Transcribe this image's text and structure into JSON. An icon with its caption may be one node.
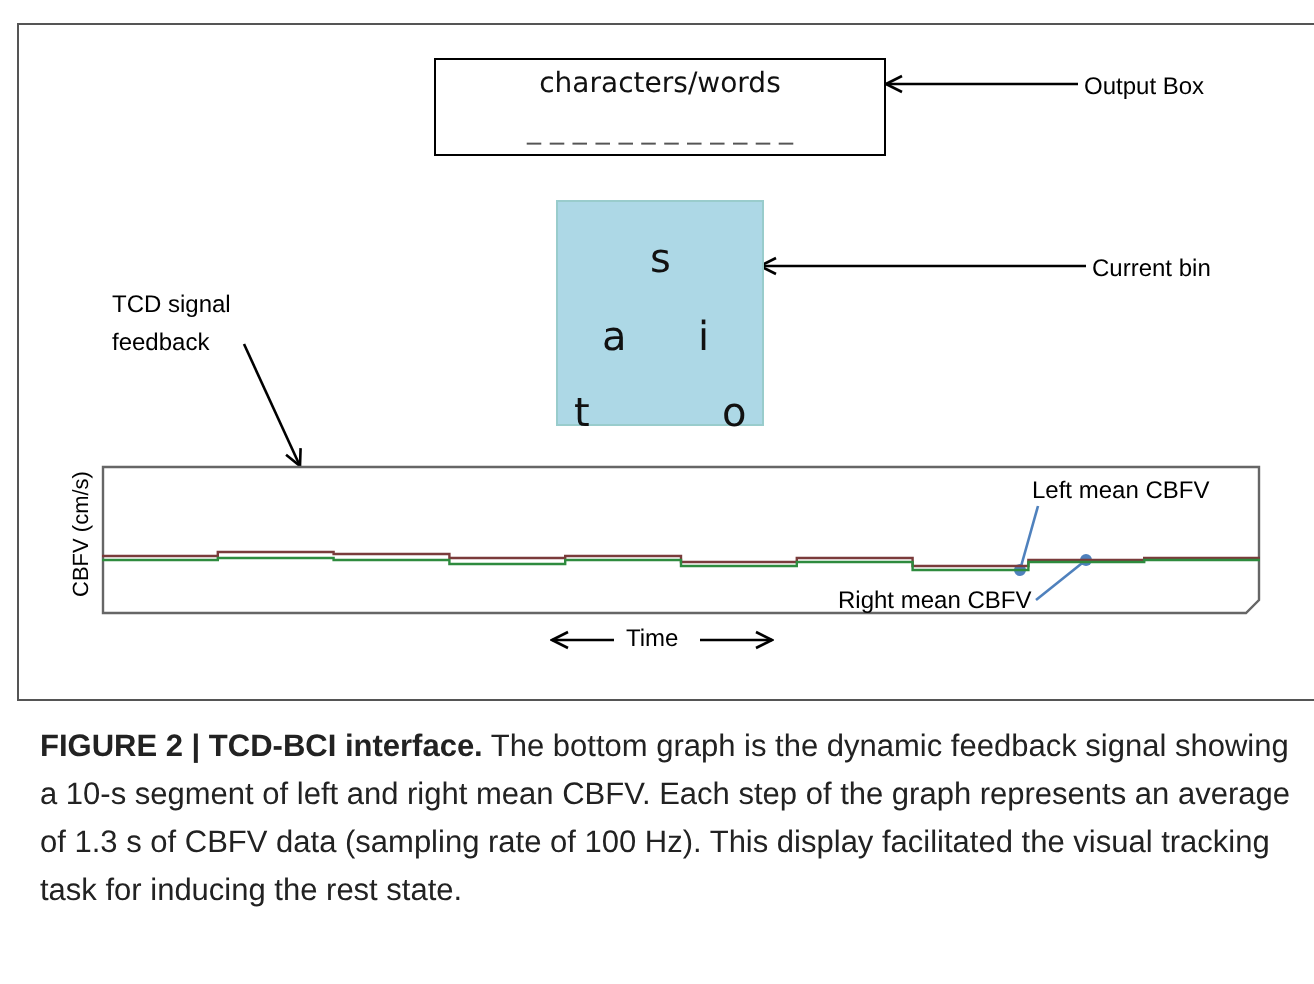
{
  "diagram": {
    "caption": "**FIGURE 2 | TCD-BCI interface.** The bottom graph is the dynamic feedback signal showing a 10-s segment of left and right mean CBFV. Each step of the graph represents an average of 1.3 s of CBFV data (sampling rate of 100 Hz). This display facilitated the visual tracking task for inducing the rest state.",
    "nodes": [
      {
        "text": [
          "characters/words",
          "_ _ _ _ _ _ _ _ _ _ _ _"
        ]
      },
      {
        "text": [
          "Output Box"
        ]
      },
      {
        "text": [
          "s",
          "a",
          "i",
          "t",
          "o"
        ]
      },
      {
        "text": [
          "Current bin"
        ]
      },
      {
        "text": [
          "TCD signal feedback"
        ]
      },
      {
        "text": [
          "CBFV (cm/s)"
        ]
      },
      {
        "text": [
          "Left mean CBFV"
        ],
        "in": 5
      },
      {
        "text": [
          "Right mean CBFV"
        ],
        "in": 5
      },
      {
        "text": [],
        "shape": "line",
        "in": 5
      },
      {
        "text": [],
        "shape": "line",
        "in": 5
      }
    ],
    "edges": [
      {
        "from": 1,
        "to": 0,
        "arrow": "to"
      },
      {
        "from": 3,
        "to": 2,
        "arrow": "to"
      },
      {
        "from": 4,
        "to": 5,
        "arrow": "to"
      },
      {
        "from": 6,
        "to": 9,
        "arrow": "other",
        "color": "#4f81bd"
      },
      {
        "from": 7,
        "to": 8,
        "arrow": "other",
        "color": "#4f81bd"
      }
    ],
    "labels": [
      "Time"
    ]
  }
}
